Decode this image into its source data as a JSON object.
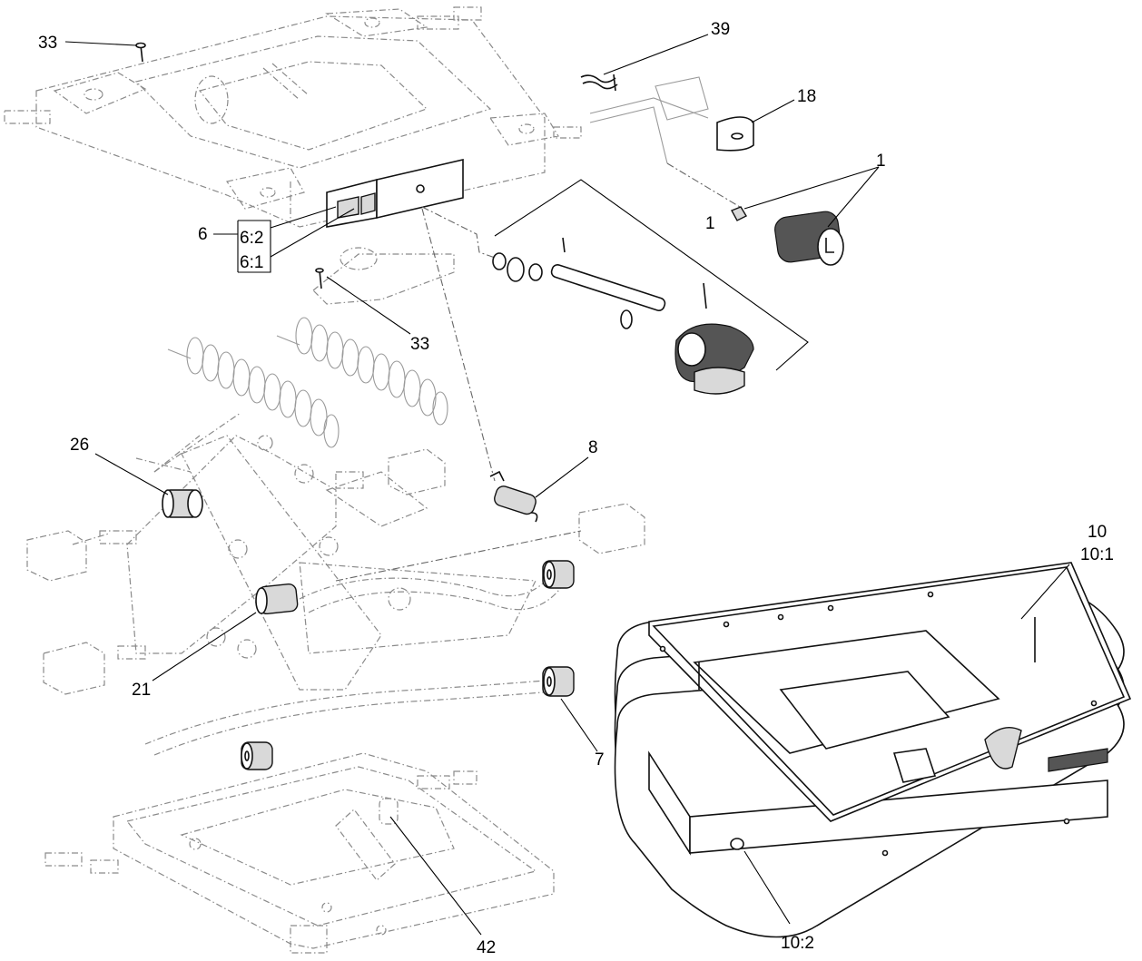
{
  "callouts": {
    "c33a": "33",
    "c39": "39",
    "c18": "18",
    "c1a": "1",
    "c1b": "1",
    "c6": "6",
    "c6_2": "6:2",
    "c6_1": "6:1",
    "c33b": "33",
    "c26": "26",
    "c8": "8",
    "c10": "10",
    "c10_1": "10:1",
    "c21": "21",
    "c7": "7",
    "c42": "42",
    "c10_2": "10:2"
  }
}
